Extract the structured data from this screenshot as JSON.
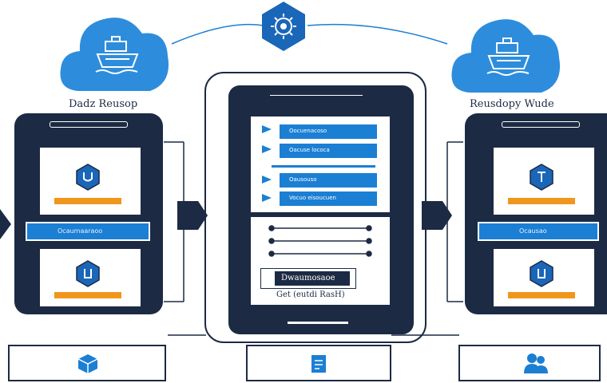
{
  "labels": {
    "left_cloud": "Dadz Reusop",
    "right_cloud": "Reusdopy Wude"
  },
  "left_panel": {
    "center_bar": "Ocaumaaraoo"
  },
  "right_panel": {
    "center_bar": "Ocausao"
  },
  "center_panel": {
    "rows": [
      "Oocuenacoso",
      "Oacuse lococa",
      "Oausouso",
      "Vocuo eisoucuen"
    ],
    "box_label": "Dwaumosaoe",
    "box_caption": "Get (eutdi RasH)"
  },
  "icons": {
    "top_center": "gear-cog-icon",
    "left_cloud": "ship-icon",
    "right_cloud": "ship-icon",
    "left_upper": "shield-icon",
    "left_lower": "shield-icon",
    "right_upper": "shield-icon",
    "right_lower": "shield-icon",
    "bottom_left": "cube-icon",
    "bottom_center": "document-icon",
    "bottom_right": "people-icon"
  },
  "colors": {
    "navy": "#1c2a44",
    "blue": "#1b7fd4",
    "orange": "#f0961c",
    "sky": "#2d8ddc"
  }
}
